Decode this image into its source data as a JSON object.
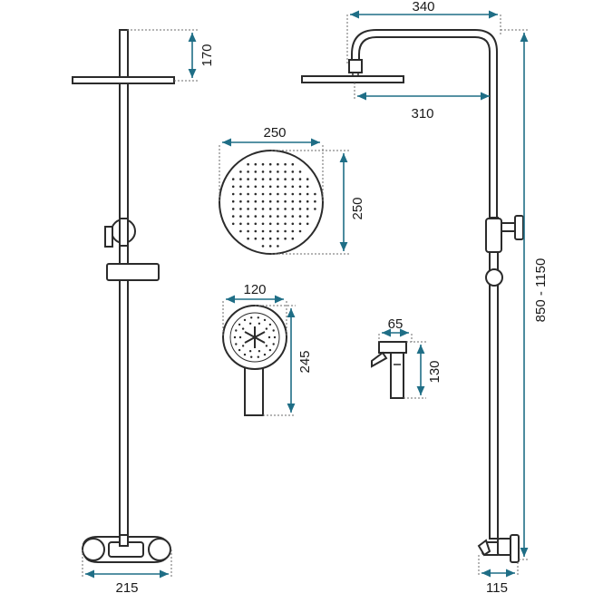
{
  "dimensions": {
    "shower_column_width": "215",
    "hand_shower_holder_height": "170",
    "arm_reach": "340",
    "overhead_plate_width": "310",
    "overhead_diameter_width": "250",
    "overhead_diameter_height": "250",
    "hand_shower_head_width": "120",
    "hand_shower_length": "245",
    "bidet_sprayer_width": "65",
    "bidet_sprayer_height": "130",
    "column_height_range": "850 - 1150",
    "wall_connector_depth": "115"
  },
  "colors": {
    "dimension_line": "#1f6e86",
    "part_outline": "#2b2b2b",
    "extension_line": "#6b6b6b"
  }
}
